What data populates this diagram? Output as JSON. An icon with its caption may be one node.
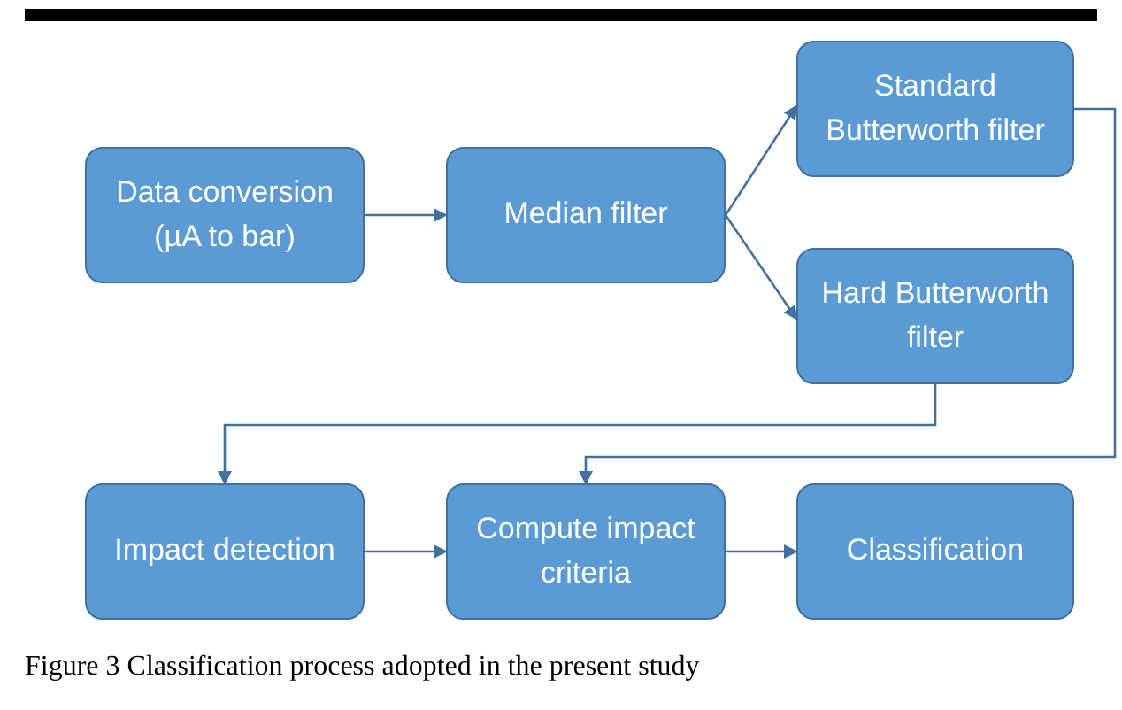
{
  "diagram": {
    "caption": "Figure 3 Classification process adopted in the present study",
    "nodes": [
      {
        "text": [
          "Data conversion (µA to bar)"
        ]
      },
      {
        "text": [
          "Median filter"
        ]
      },
      {
        "text": [
          "Standard Butterworth filter"
        ]
      },
      {
        "text": [
          "Hard Butterworth filter"
        ]
      },
      {
        "text": [
          "Impact detection"
        ]
      },
      {
        "text": [
          "Compute impact criteria"
        ]
      },
      {
        "text": [
          "Classification"
        ]
      }
    ],
    "edges": [
      {
        "from": 0,
        "to": 1,
        "arrow": "to"
      },
      {
        "from": 1,
        "to": 2,
        "arrow": "to"
      },
      {
        "from": 1,
        "to": 3,
        "arrow": "to"
      },
      {
        "from": 3,
        "to": 4,
        "arrow": "to"
      },
      {
        "from": 2,
        "to": 5,
        "arrow": "to"
      },
      {
        "from": 4,
        "to": 5,
        "arrow": "to"
      },
      {
        "from": 5,
        "to": 6,
        "arrow": "to"
      }
    ]
  }
}
